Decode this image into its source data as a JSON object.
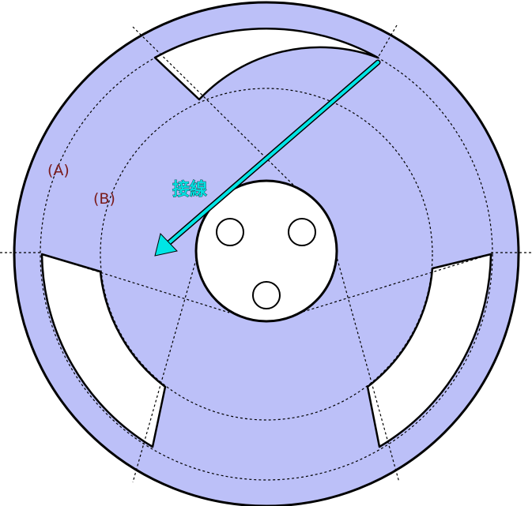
{
  "labels": {
    "circle_a": "(A)",
    "circle_b": "(B)",
    "tangent": "接線"
  },
  "colors": {
    "wheel_fill": "#bcc0f8",
    "outline": "#000000",
    "arrow": "#00e5e5",
    "label": "#7a1a1a",
    "tangent_label": "#00e0e0",
    "background": "#ffffff"
  },
  "parts": {
    "outer_rim": "outer-rim",
    "hub": "hub",
    "bolt_holes": 3,
    "spokes": 3,
    "window_openings": 3,
    "dotted_circles": 2
  }
}
